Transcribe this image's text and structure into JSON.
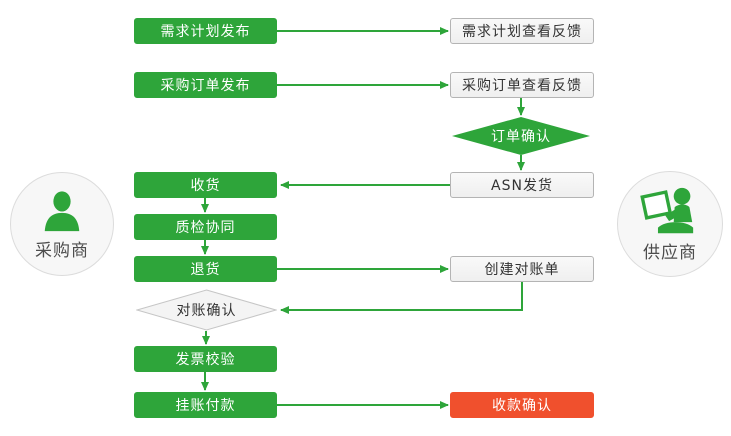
{
  "colors": {
    "green": "#2ea53a",
    "red": "#f0502d",
    "plain_box_bg": "#f4f4f4",
    "plain_box_border": "#b4b4b4",
    "diamond_border": "#c6c6c6",
    "text_dark": "#333333",
    "text_light": "#ffffff",
    "actor_circle_bg": "#f7f7f7",
    "actor_circle_border": "#dcdcdc"
  },
  "actors": {
    "buyer": {
      "label": "采购商",
      "icon": "person-icon"
    },
    "supplier": {
      "label": "供应商",
      "icon": "person-laptop-icon"
    }
  },
  "nodes": {
    "demand_plan_publish": {
      "label": "需求计划发布",
      "type": "process",
      "lane": "buyer"
    },
    "po_publish": {
      "label": "采购订单发布",
      "type": "process",
      "lane": "buyer"
    },
    "receive_goods": {
      "label": "收货",
      "type": "process",
      "lane": "buyer"
    },
    "quality_collab": {
      "label": "质检协同",
      "type": "process",
      "lane": "buyer"
    },
    "return_goods": {
      "label": "退货",
      "type": "process",
      "lane": "buyer"
    },
    "recon_confirm": {
      "label": "对账确认",
      "type": "decision",
      "lane": "buyer"
    },
    "invoice_verify": {
      "label": "发票校验",
      "type": "process",
      "lane": "buyer"
    },
    "book_payment": {
      "label": "挂账付款",
      "type": "process",
      "lane": "buyer"
    },
    "demand_plan_feedback": {
      "label": "需求计划查看反馈",
      "type": "process",
      "lane": "supplier"
    },
    "po_feedback": {
      "label": "采购订单查看反馈",
      "type": "process",
      "lane": "supplier"
    },
    "order_confirm": {
      "label": "订单确认",
      "type": "decision",
      "lane": "supplier"
    },
    "asn_ship": {
      "label": "ASN发货",
      "type": "process",
      "lane": "supplier"
    },
    "create_statement": {
      "label": "创建对账单",
      "type": "process",
      "lane": "supplier"
    },
    "receipt_confirm": {
      "label": "收款确认",
      "type": "process-highlight",
      "lane": "supplier"
    }
  },
  "edges": [
    {
      "from": "demand_plan_publish",
      "to": "demand_plan_feedback"
    },
    {
      "from": "po_publish",
      "to": "po_feedback"
    },
    {
      "from": "po_feedback",
      "to": "order_confirm"
    },
    {
      "from": "order_confirm",
      "to": "asn_ship"
    },
    {
      "from": "asn_ship",
      "to": "receive_goods"
    },
    {
      "from": "receive_goods",
      "to": "quality_collab"
    },
    {
      "from": "quality_collab",
      "to": "return_goods"
    },
    {
      "from": "return_goods",
      "to": "create_statement"
    },
    {
      "from": "create_statement",
      "to": "recon_confirm"
    },
    {
      "from": "recon_confirm",
      "to": "invoice_verify"
    },
    {
      "from": "invoice_verify",
      "to": "book_payment"
    },
    {
      "from": "book_payment",
      "to": "receipt_confirm"
    }
  ]
}
